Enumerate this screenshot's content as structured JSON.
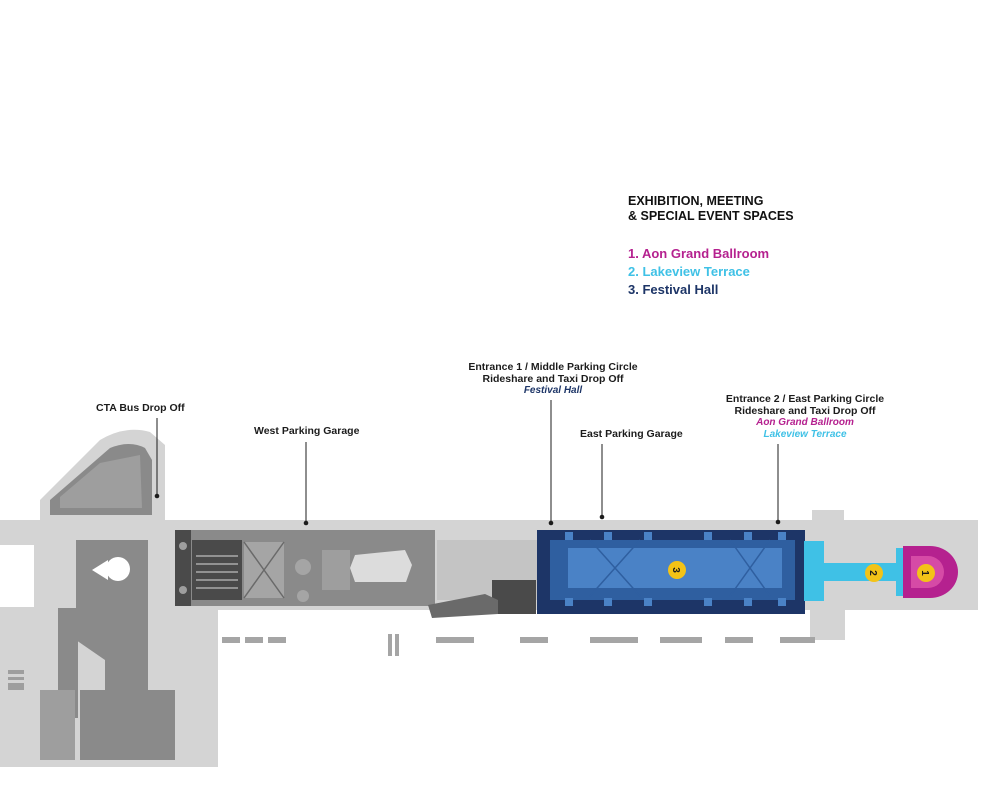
{
  "legend": {
    "title_line1": "EXHIBITION, MEETING",
    "title_line2": "& SPECIAL EVENT SPACES",
    "items": [
      {
        "label": "1. Aon Grand Ballroom",
        "color": "#b5218f"
      },
      {
        "label": "2. Lakeview Terrace",
        "color": "#3fc1e6"
      },
      {
        "label": "3. Festival Hall",
        "color": "#1d3567"
      }
    ]
  },
  "callouts": {
    "cta": {
      "line1": "CTA Bus Drop Off"
    },
    "west_garage": {
      "line1": "West Parking Garage"
    },
    "entrance1": {
      "line1": "Entrance 1 / Middle Parking Circle",
      "line2": "Rideshare and Taxi Drop Off",
      "sub1": "Festival Hall"
    },
    "east_garage": {
      "line1": "East Parking Garage"
    },
    "entrance2": {
      "line1": "Entrance 2 / East Parking Circle",
      "line2": "Rideshare and Taxi Drop Off",
      "sub1": "Aon Grand Ballroom",
      "sub2": "Lakeview Terrace"
    }
  },
  "markers": {
    "m1": "1",
    "m2": "2",
    "m3": "3"
  },
  "colors": {
    "ground": "#d4d4d4",
    "building": "#8a8a8a",
    "dark": "#4a4a4a",
    "festival_dark": "#1d3567",
    "festival_mid": "#2f5fa0",
    "festival_light": "#4a82c6",
    "lakeview": "#3fc1e6",
    "ballroom": "#b5218f",
    "ballroom_light": "#d64aa6",
    "marker": "#f3c317"
  }
}
